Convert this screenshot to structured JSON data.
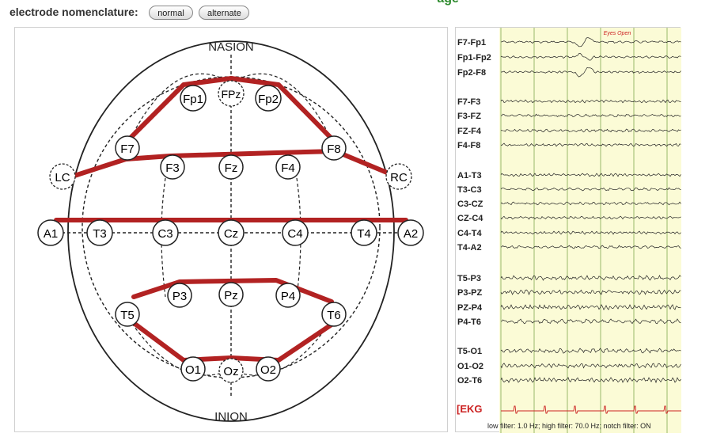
{
  "toolbar": {
    "label": "electrode nomenclature:",
    "normal_label": "normal",
    "alternate_label": "alternate",
    "title_fragment": "– – – – – – – – – – – – – –age"
  },
  "montage": {
    "nasion": "NASION",
    "inion": "INION",
    "electrodes": {
      "Fp1": "Fp1",
      "FPz": "FPz",
      "Fp2": "Fp2",
      "F7": "F7",
      "F3": "F3",
      "Fz": "Fz",
      "F4": "F4",
      "F8": "F8",
      "LC": "LC",
      "RC": "RC",
      "A1": "A1",
      "T3": "T3",
      "C3": "C3",
      "Cz": "Cz",
      "C4": "C4",
      "T4": "T4",
      "A2": "A2",
      "T5": "T5",
      "P3": "P3",
      "Pz": "Pz",
      "P4": "P4",
      "T6": "T6",
      "O1": "O1",
      "Oz": "Oz",
      "O2": "O2"
    },
    "chain_color": "#b22222"
  },
  "eeg": {
    "annotation": "Eyes Open",
    "channels": [
      "F7-Fp1",
      "Fp1-Fp2",
      "Fp2-F8",
      "F7-F3",
      "F3-FZ",
      "FZ-F4",
      "F4-F8",
      "A1-T3",
      "T3-C3",
      "C3-CZ",
      "CZ-C4",
      "C4-T4",
      "T4-A2",
      "T5-P3",
      "P3-PZ",
      "PZ-P4",
      "P4-T6",
      "T5-O1",
      "O1-O2",
      "O2-T6"
    ],
    "ekg_label": "[EKG",
    "filter_text": "low filter: 1.0 Hz; high filter: 70.0 Hz; notch filter: ON",
    "background": "#fbfbd6",
    "ekg_color": "#cc2222"
  }
}
